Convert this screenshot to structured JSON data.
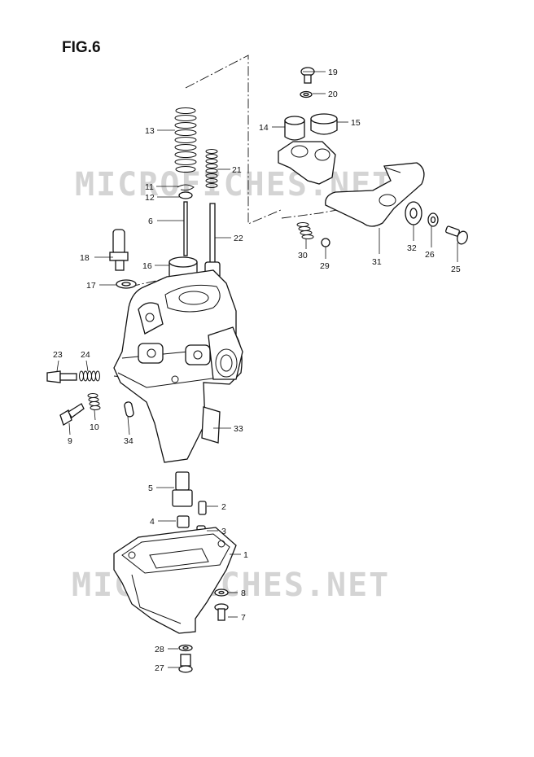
{
  "figure": {
    "title": "FIG.6"
  },
  "watermark": {
    "text": "MICROFICHES.NET"
  },
  "callouts": {
    "p1": "1",
    "p2": "2",
    "p3": "3",
    "p4": "4",
    "p5": "5",
    "p6": "6",
    "p7": "7",
    "p8": "8",
    "p9": "9",
    "p10": "10",
    "p11": "11",
    "p12": "12",
    "p13": "13",
    "p14": "14",
    "p15": "15",
    "p16": "16",
    "p17": "17",
    "p18": "18",
    "p19": "19",
    "p20": "20",
    "p21": "21",
    "p22": "22",
    "p23": "23",
    "p24": "24",
    "p25": "25",
    "p26": "26",
    "p27": "27",
    "p28": "28",
    "p29": "29",
    "p30": "30",
    "p31": "31",
    "p32": "32",
    "p33": "33",
    "p34": "34"
  }
}
